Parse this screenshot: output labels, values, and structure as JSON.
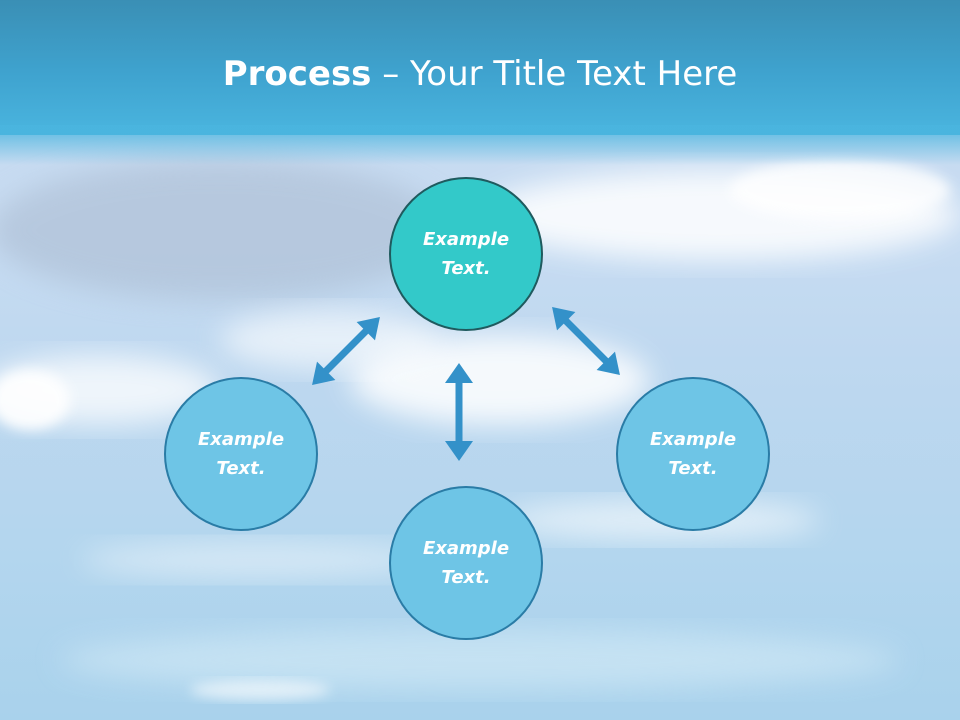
{
  "header": {
    "title_strong": "Process",
    "title_rest": " – Your Title Text Here"
  },
  "diagram": {
    "nodes": {
      "top": {
        "label": "Example Text."
      },
      "left": {
        "label": "Example Text."
      },
      "right": {
        "label": "Example Text."
      },
      "bottom": {
        "label": "Example Text."
      }
    },
    "colors": {
      "center_node": "#33c9c9",
      "outer_node": "#6ec5e6",
      "arrow": "#3391c9",
      "header": "#3fa3cf"
    }
  }
}
